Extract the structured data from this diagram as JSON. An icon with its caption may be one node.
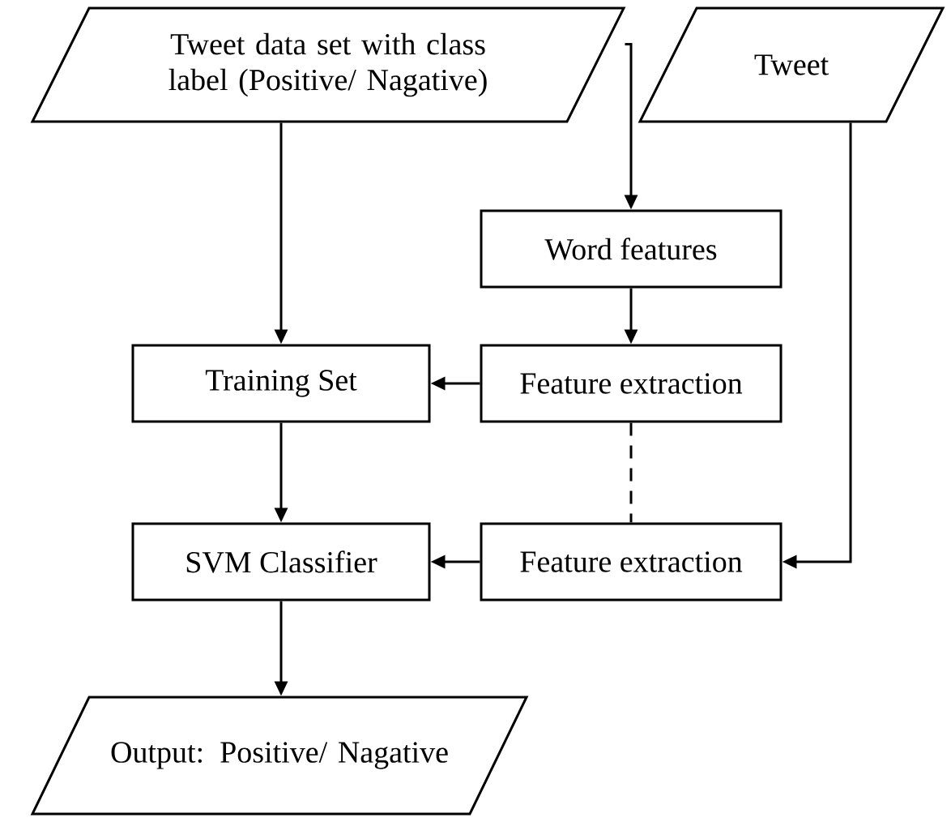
{
  "diagram": {
    "nodes": [
      {
        "text": [
          "Tweet data set with class label (Positive/ Nagative)"
        ]
      },
      {
        "text": [
          "Tweet"
        ]
      },
      {
        "text": [
          "Word features"
        ]
      },
      {
        "text": [
          "Training Set"
        ]
      },
      {
        "text": [
          "Feature extraction"
        ]
      },
      {
        "text": [
          "SVM Classifier"
        ]
      },
      {
        "text": [
          "Feature extraction"
        ]
      },
      {
        "text": [
          "Output: Positive/ Nagative"
        ]
      }
    ],
    "edges": [
      {
        "from": 0,
        "to": 3,
        "arrow": "to"
      },
      {
        "from": 0,
        "to": 2,
        "arrow": "to"
      },
      {
        "from": 2,
        "to": 4,
        "arrow": "to"
      },
      {
        "from": 4,
        "to": 3,
        "arrow": "to"
      },
      {
        "from": 4,
        "to": 6,
        "arrow": "none",
        "style": "dashed"
      },
      {
        "from": 1,
        "to": 6,
        "arrow": "to"
      },
      {
        "from": 3,
        "to": 5,
        "arrow": "to"
      },
      {
        "from": 6,
        "to": 5,
        "arrow": "to"
      },
      {
        "from": 5,
        "to": 7,
        "arrow": "to"
      }
    ]
  }
}
